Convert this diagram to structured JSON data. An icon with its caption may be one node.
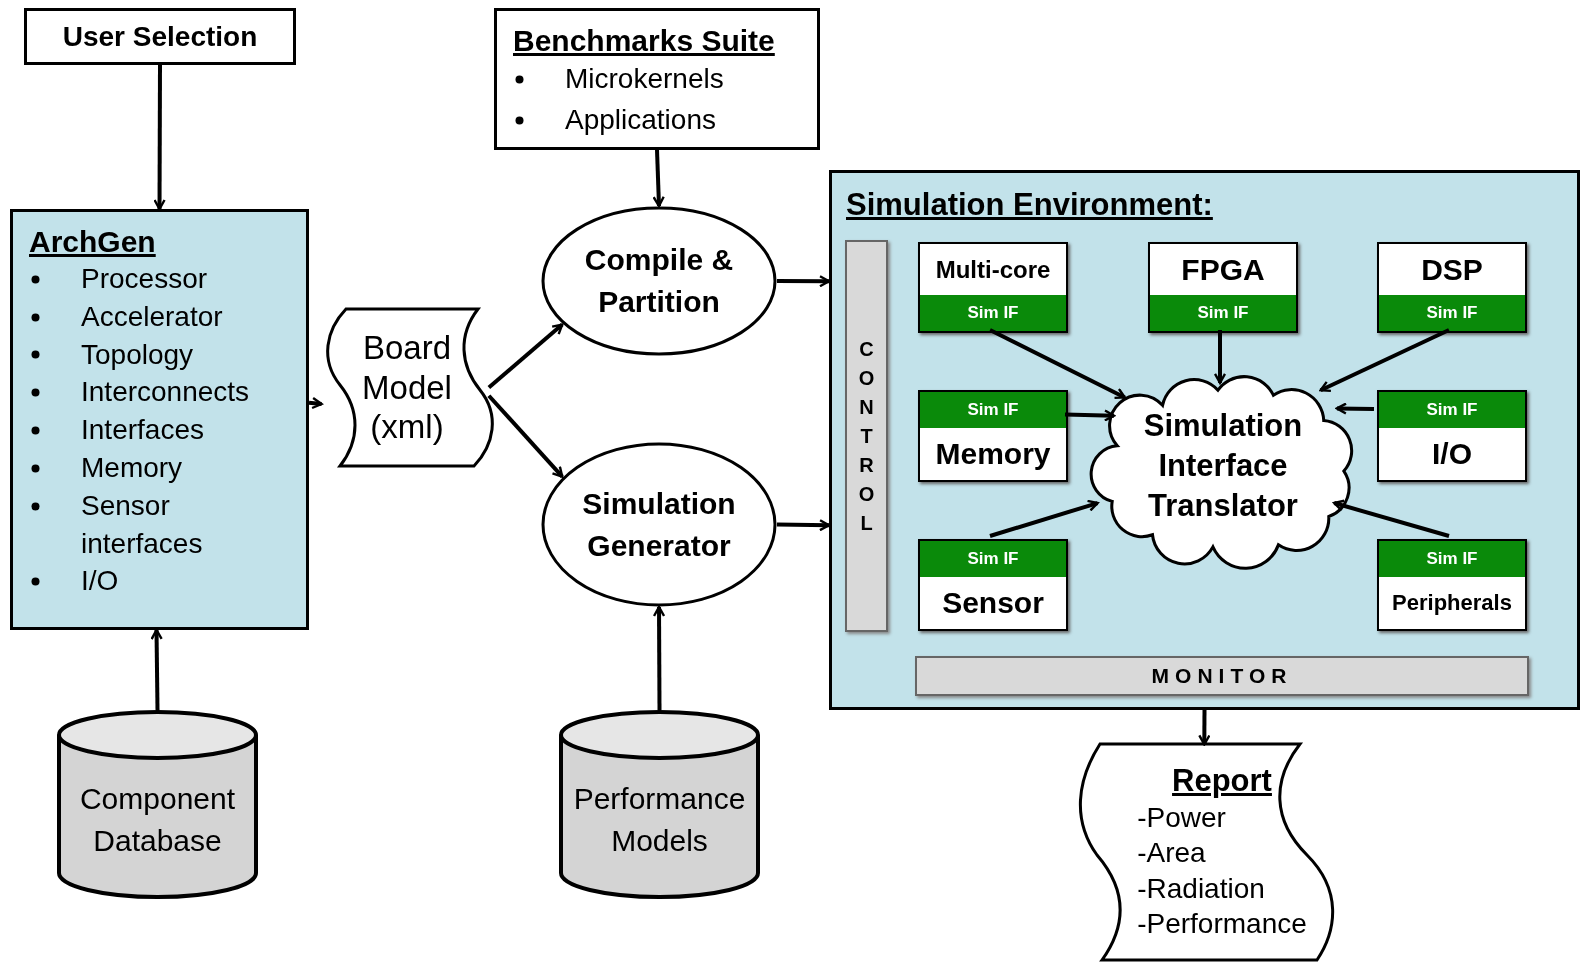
{
  "diagram": {
    "nodes": [
      {
        "text": [
          "User Selection"
        ]
      },
      {
        "text": [
          "Benchmarks Suite",
          "Microkernels",
          "Applications"
        ]
      },
      {
        "text": [
          "ArchGen",
          "Processor",
          "Accelerator",
          "Topology",
          "Interconnects",
          "Interfaces",
          "Memory",
          "Sensor interfaces",
          "I/O"
        ]
      },
      {
        "text": [
          "Board Model (xml)"
        ]
      },
      {
        "text": [
          "Compile & Partition"
        ]
      },
      {
        "text": [
          "Simulation Generator"
        ]
      },
      {
        "text": [
          "Simulation Environment:"
        ]
      },
      {
        "text": [
          "CONTROL"
        ],
        "in": 6
      },
      {
        "text": [
          "Multi-core",
          "Sim IF"
        ],
        "in": 6
      },
      {
        "text": [
          "FPGA",
          "Sim IF"
        ],
        "in": 6
      },
      {
        "text": [
          "DSP",
          "Sim IF"
        ],
        "in": 6
      },
      {
        "text": [
          "Sim IF",
          "Memory"
        ],
        "in": 6
      },
      {
        "text": [
          "Simulation Interface Translator"
        ],
        "in": 6
      },
      {
        "text": [
          "Sim IF",
          "I/O"
        ],
        "in": 6
      },
      {
        "text": [
          "Sim IF",
          "Sensor"
        ],
        "in": 6
      },
      {
        "text": [
          "Sim IF",
          "Peripherals"
        ],
        "in": 6
      },
      {
        "text": [
          "MONITOR"
        ],
        "in": 6
      },
      {
        "text": [
          "Component Database"
        ]
      },
      {
        "text": [
          "Performance Models"
        ]
      },
      {
        "text": [
          "Report",
          "-Power",
          "-Area",
          "-Radiation",
          "-Performance"
        ]
      }
    ],
    "edges": [
      {
        "from": 0,
        "to": 2,
        "arrow": "to"
      },
      {
        "from": 1,
        "to": 4,
        "arrow": "to"
      },
      {
        "from": 2,
        "to": 3,
        "arrow": "to"
      },
      {
        "from": 3,
        "to": 4,
        "arrow": "to"
      },
      {
        "from": 3,
        "to": 5,
        "arrow": "to"
      },
      {
        "from": 4,
        "to": 6,
        "arrow": "to"
      },
      {
        "from": 5,
        "to": 6,
        "arrow": "to"
      },
      {
        "from": 17,
        "to": 2,
        "arrow": "to"
      },
      {
        "from": 18,
        "to": 5,
        "arrow": "to"
      },
      {
        "from": 6,
        "to": 19,
        "arrow": "to"
      },
      {
        "from": 8,
        "to": 12,
        "arrow": "to"
      },
      {
        "from": 9,
        "to": 12,
        "arrow": "to"
      },
      {
        "from": 10,
        "to": 12,
        "arrow": "to"
      },
      {
        "from": 11,
        "to": 12,
        "arrow": "to"
      },
      {
        "from": 13,
        "to": 12,
        "arrow": "to"
      },
      {
        "from": 14,
        "to": 12,
        "arrow": "to"
      },
      {
        "from": 15,
        "to": 12,
        "arrow": "to"
      }
    ]
  }
}
